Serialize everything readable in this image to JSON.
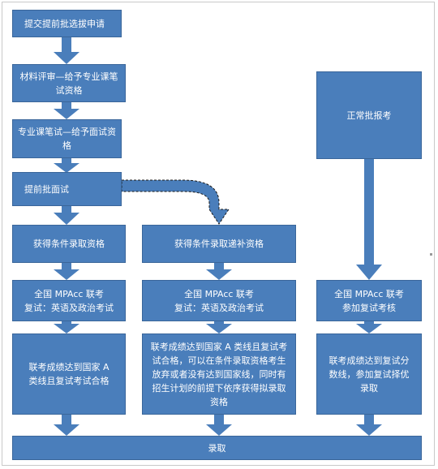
{
  "diagram": {
    "boxes": {
      "apply": "提交提前批选拔申请",
      "review": "材料评审—给予专业课笔试资格",
      "written": "专业课笔试—给予面试资格",
      "interview": "提前批面试",
      "cond_admit": "获得条件录取资格",
      "waitlist_admit": "获得条件录取递补资格",
      "normal": "正常批报考",
      "exam_left": "全国 MPAcc 联考\n复试：英语及政治考试",
      "exam_mid": "全国 MPAcc 联考\n复试：英语及政治考试",
      "exam_right": "全国 MPAcc 联考\n参加复试考核",
      "result_left": "联考成绩达到国家 A 类线且复试考试合格",
      "result_mid": "联考成绩达到国家 A 类线且复试考试合格，可以在条件录取资格考生放弃或者没有达到国家线，同时有招生计划的前提下依序获得拟录取资格",
      "result_right": "联考成绩达到复试分数线，参加复试择优录取",
      "admit": "录取"
    },
    "colors": {
      "box_fill": "#4a7ebb",
      "box_border": "#3a669a",
      "arrow_fill": "#4a7ebb",
      "text": "#ffffff"
    }
  }
}
